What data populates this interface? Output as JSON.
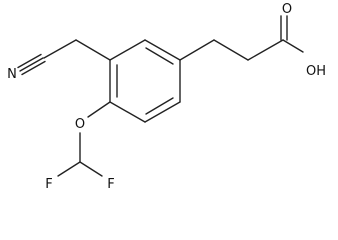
{
  "molecule": {
    "atom_labels": {
      "nitrogen": "N",
      "oxygen_ether": "O",
      "oxygen_carbonyl": "O",
      "hydroxyl": "OH",
      "fluorine_left": "F",
      "fluorine_right": "F"
    }
  }
}
